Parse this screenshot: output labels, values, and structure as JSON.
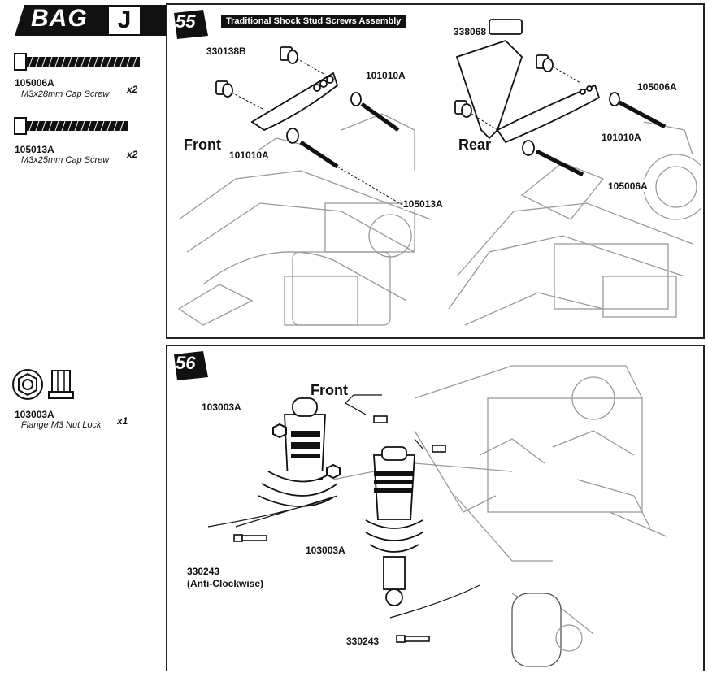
{
  "header": {
    "bag_word": "BAG",
    "bag_letter": "J"
  },
  "parts": [
    {
      "code": "105006A",
      "desc": "M3x28mm Cap Screw",
      "qty": "x2"
    },
    {
      "code": "105013A",
      "desc": "M3x25mm Cap Screw",
      "qty": "x2"
    },
    {
      "code": "103003A",
      "desc": "Flange M3 Nut Lock",
      "qty": "x1"
    }
  ],
  "step55": {
    "number": "55",
    "title": "Traditional Shock Stud Screws Assembly",
    "front": {
      "label": "Front",
      "callouts": [
        "330138B",
        "101010A",
        "101010A",
        "105013A"
      ]
    },
    "rear": {
      "label": "Rear",
      "callouts": [
        "338068",
        "105006A",
        "101010A",
        "105006A"
      ]
    }
  },
  "step56": {
    "number": "56",
    "front_label": "Front",
    "callouts": [
      "103003A",
      "103003A",
      "330243",
      "(Anti-Clockwise)",
      "330243"
    ]
  },
  "colors": {
    "ink": "#111111",
    "line_art": "#9a9a9a",
    "panel_border": "#222222"
  }
}
